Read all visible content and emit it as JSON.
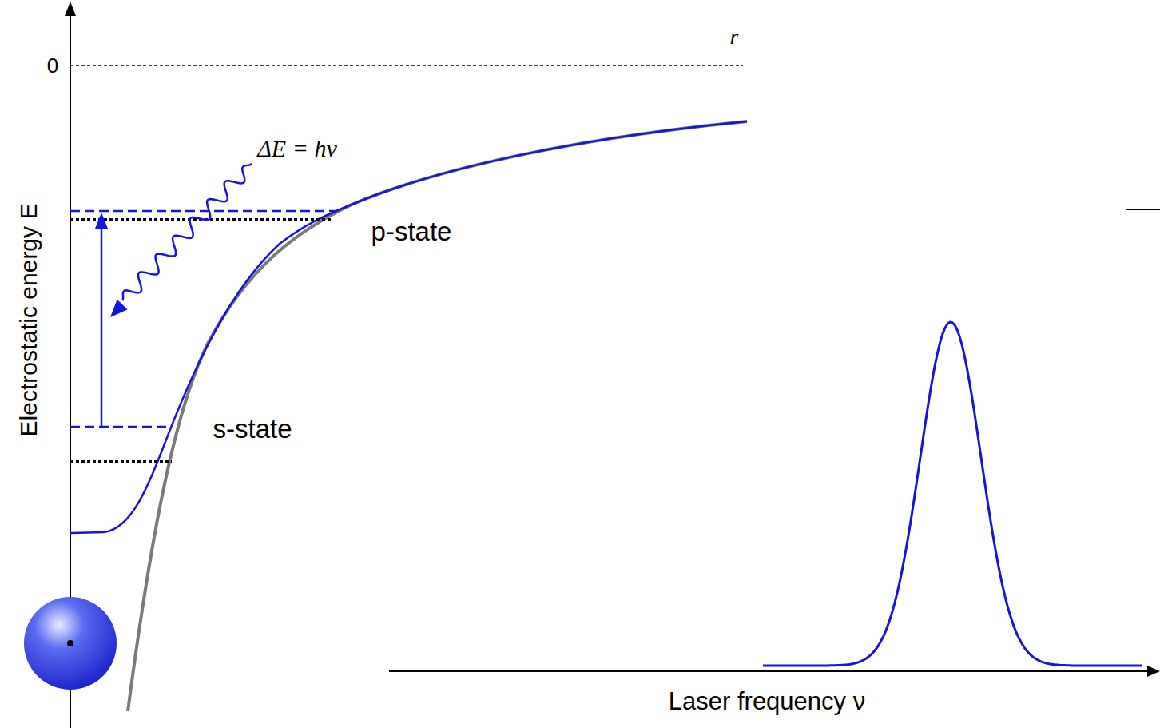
{
  "diagram": {
    "labels": [
      "0",
      "r",
      "Electrostatic energy E",
      "ΔE = hν",
      "p-state",
      "s-state",
      "Laser frequency ν"
    ]
  }
}
